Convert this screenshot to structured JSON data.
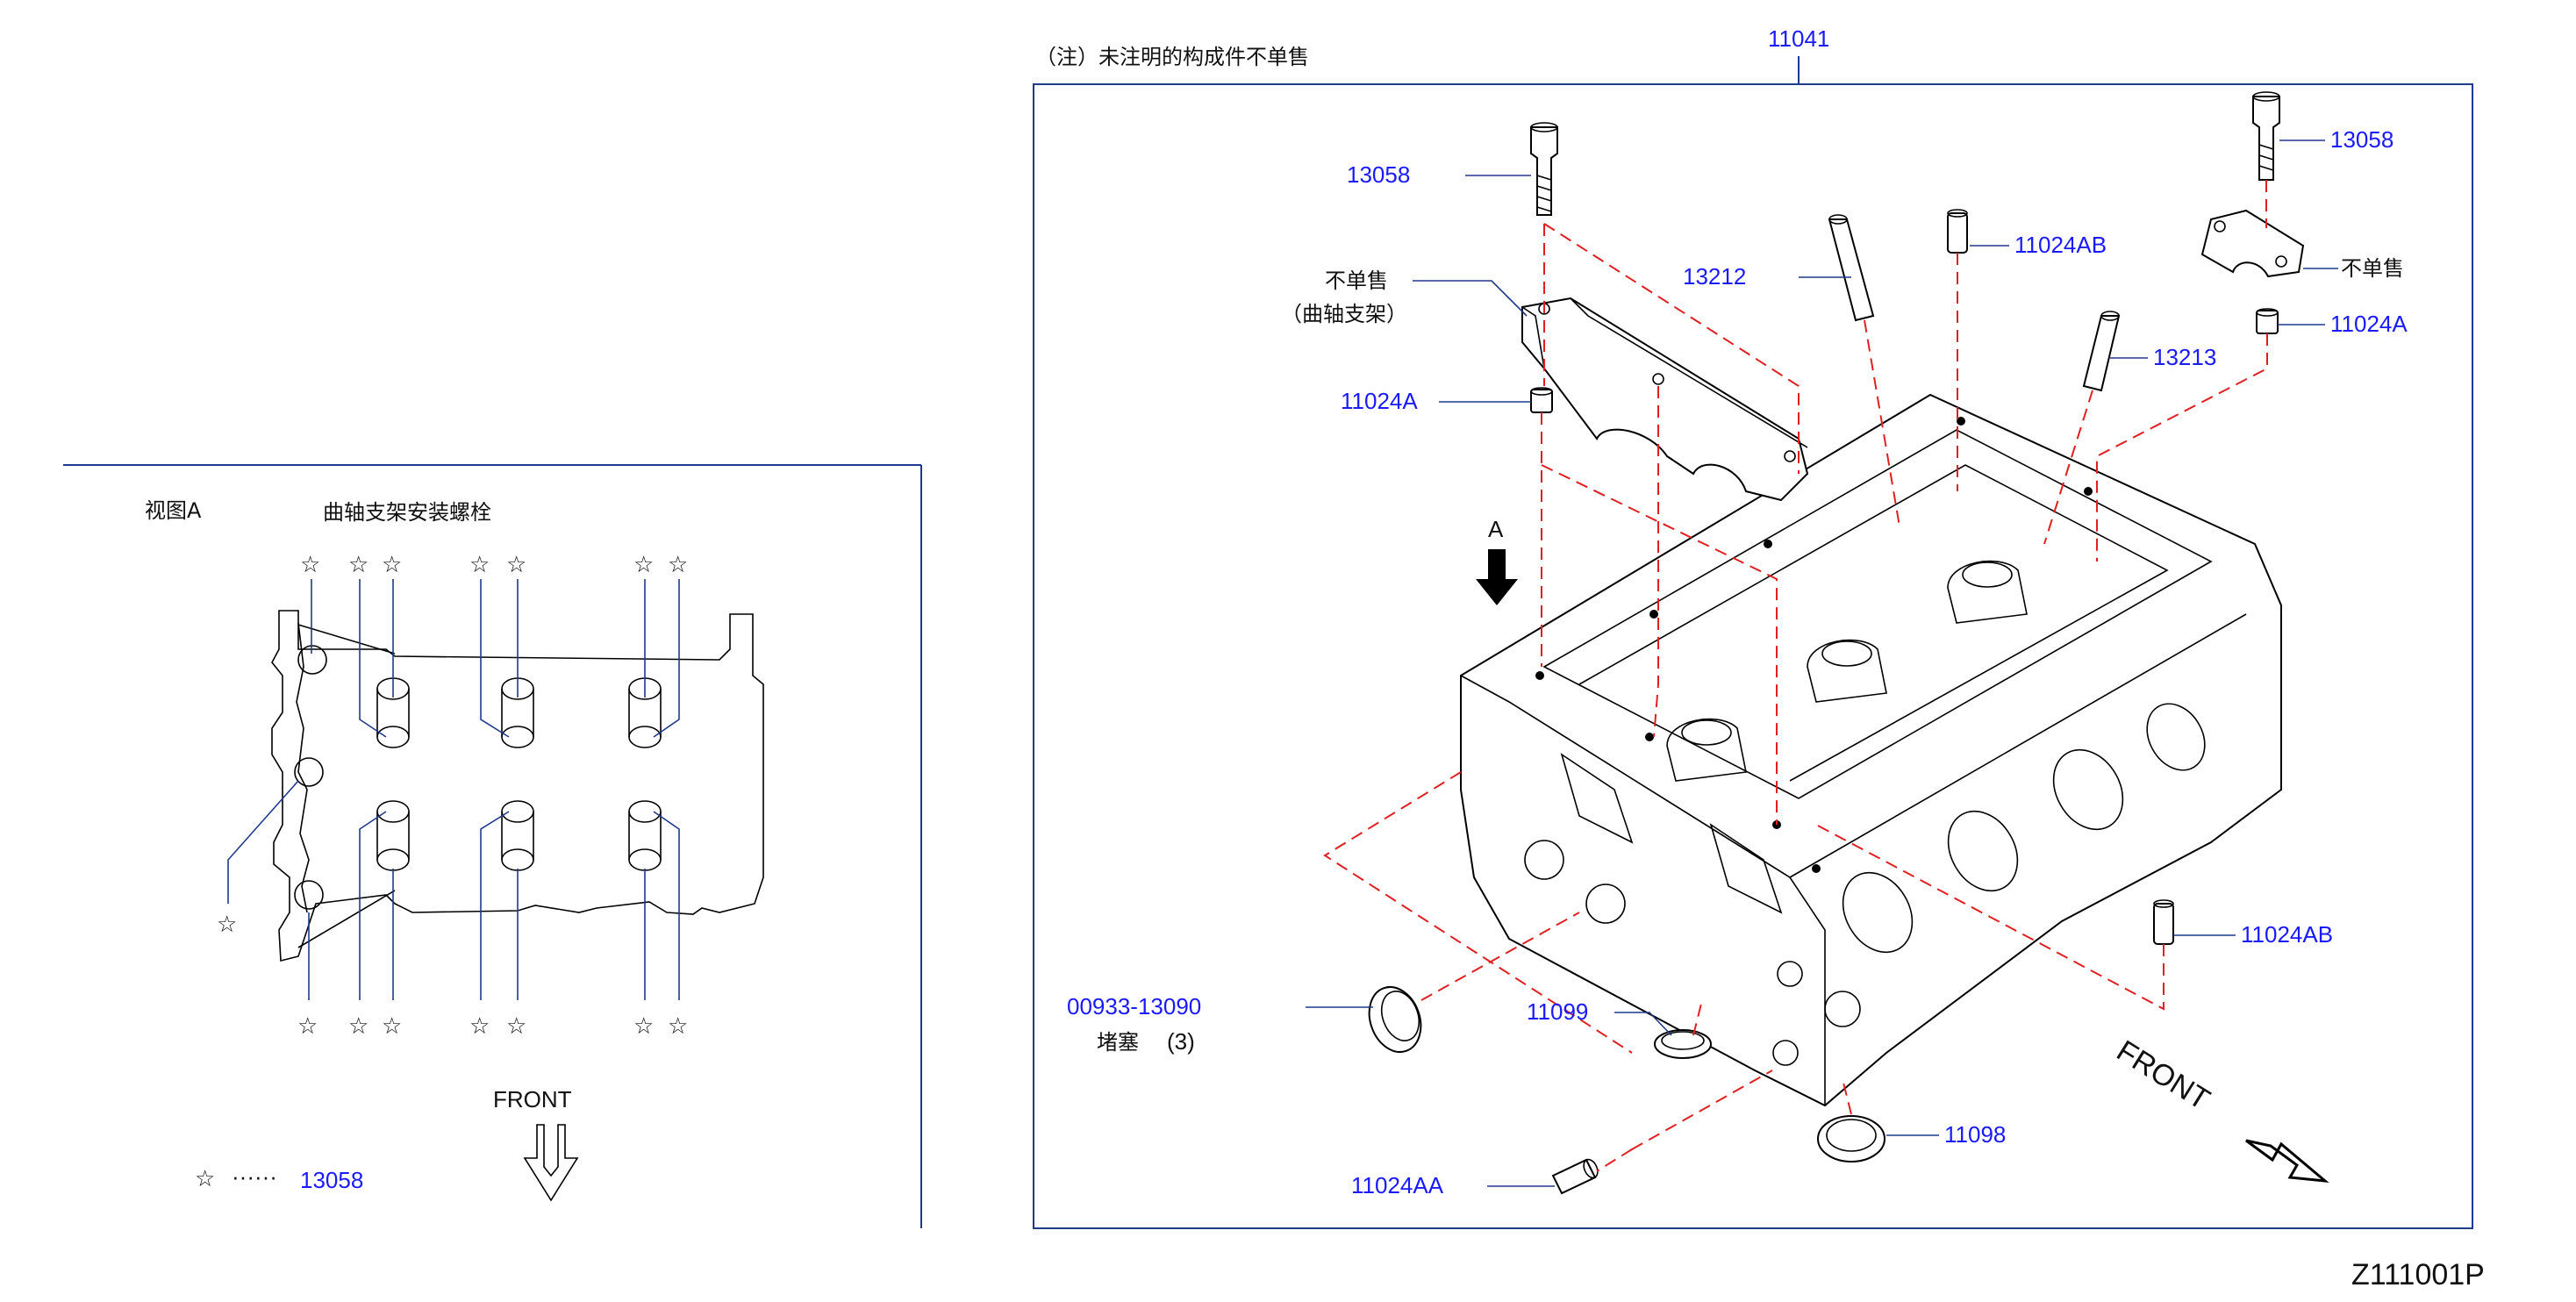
{
  "note": "（注）未注明的构成件不单售",
  "assembly_number": "11041",
  "diagram_code": "Z111001P",
  "view_panel": {
    "view_label": "视图A",
    "title": "曲轴支架安装螺栓",
    "front_label": "FRONT",
    "legend_symbol": "☆",
    "legend_dots": "······",
    "legend_part": "13058"
  },
  "main_panel": {
    "view_arrow_label": "A",
    "front_label": "FRONT",
    "labels": {
      "bolt_left": "13058",
      "bolt_right": "13058",
      "not_sold_left": "不单售",
      "bracket_name": "（曲轴支架）",
      "not_sold_right": "不单售",
      "guide_13212": "13212",
      "dowel_11024AB_top": "11024AB",
      "guide_13213": "13213",
      "dowel_11024A_left": "11024A",
      "dowel_11024A_right": "11024A",
      "dowel_11024AB_right": "11024AB",
      "plug_number": "00933-13090",
      "plug_name": "堵塞",
      "plug_qty": "(3)",
      "seal_11099": "11099",
      "seal_11098": "11098",
      "dowel_11024AA": "11024AA"
    }
  }
}
